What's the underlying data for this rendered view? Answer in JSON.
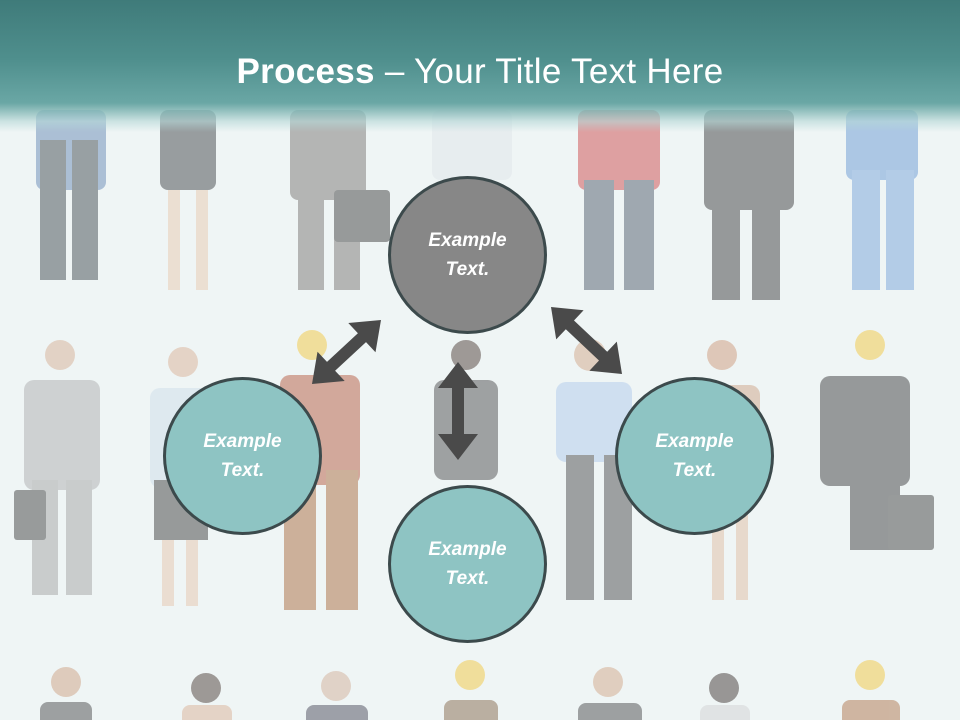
{
  "slide": {
    "title_bold": "Process",
    "title_rest": " – Your Title Text Here"
  },
  "diagram": {
    "nodes": [
      {
        "id": "top",
        "label": "Example Text."
      },
      {
        "id": "left",
        "label": "Example Text."
      },
      {
        "id": "bottom",
        "label": "Example Text."
      },
      {
        "id": "right",
        "label": "Example Text."
      }
    ],
    "connectors": [
      {
        "from": "top",
        "to": "left",
        "style": "double-arrow"
      },
      {
        "from": "top",
        "to": "bottom",
        "style": "double-arrow"
      },
      {
        "from": "top",
        "to": "right",
        "style": "double-arrow"
      }
    ]
  },
  "colors": {
    "title_bar": "#4f8f8d",
    "center_node": "#878787",
    "outer_nodes": "#8ec4c3",
    "node_border": "#3c4a4c",
    "arrows": "#4a4a4a"
  }
}
